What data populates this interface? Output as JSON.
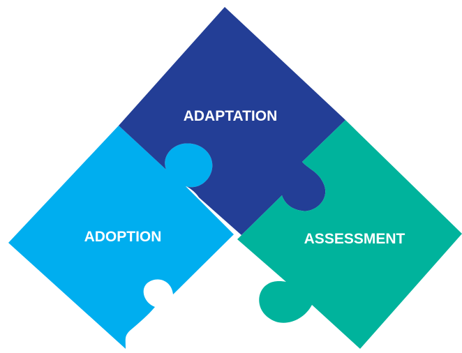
{
  "diagram": {
    "pieces": [
      {
        "id": "adaptation",
        "label": "ADAPTATION",
        "color": "#233E96"
      },
      {
        "id": "adoption",
        "label": "ADOPTION",
        "color": "#00AEEF"
      },
      {
        "id": "assessment",
        "label": "ASSESSMENT",
        "color": "#00B39C"
      }
    ],
    "background": "#FFFFFF"
  }
}
